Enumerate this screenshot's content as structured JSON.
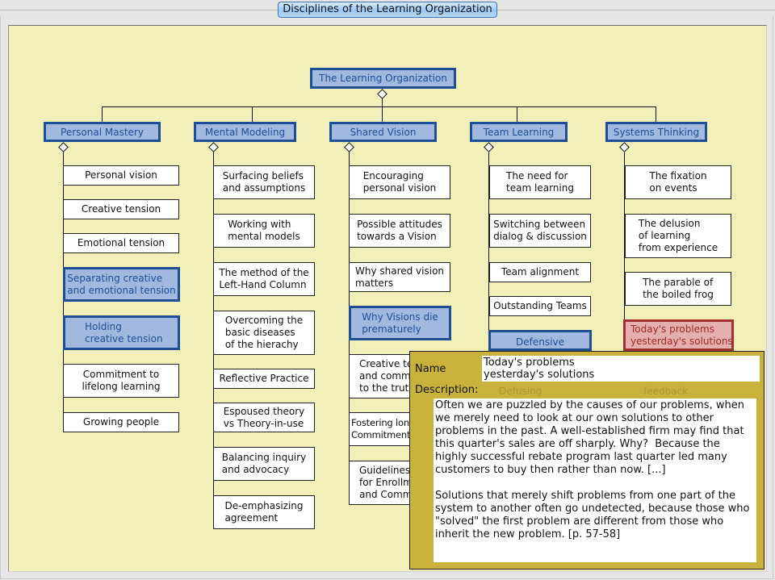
{
  "window": {
    "title": "Disciplines of the Learning Organization"
  },
  "diagram": {
    "root": "The Learning Organization",
    "disciplines": [
      {
        "name": "Personal Mastery",
        "items": [
          {
            "label": "Personal vision",
            "style": "plain"
          },
          {
            "label": "Creative tension",
            "style": "plain"
          },
          {
            "label": "Emotional tension",
            "style": "plain"
          },
          {
            "label": "Separating creative\nand emotional tension",
            "style": "selected"
          },
          {
            "label": "Holding\ncreative tension",
            "style": "selected"
          },
          {
            "label": "Commitment to\nlifelong learning",
            "style": "plain"
          },
          {
            "label": "Growing people",
            "style": "plain"
          }
        ]
      },
      {
        "name": "Mental Modeling",
        "items": [
          {
            "label": "Surfacing beliefs\nand assumptions",
            "style": "plain"
          },
          {
            "label": "Working with\nmental models",
            "style": "plain"
          },
          {
            "label": "The method of the\nLeft-Hand Column",
            "style": "plain"
          },
          {
            "label": "Overcoming the\nbasic diseases\nof the hierachy",
            "style": "plain"
          },
          {
            "label": "Reflective Practice",
            "style": "plain"
          },
          {
            "label": "Espoused theory\nvs Theory-in-use",
            "style": "plain"
          },
          {
            "label": "Balancing inquiry\nand advocacy",
            "style": "plain"
          },
          {
            "label": "De-emphasizing\nagreement",
            "style": "plain"
          }
        ]
      },
      {
        "name": "Shared Vision",
        "items": [
          {
            "label": "Encouraging\npersonal vision",
            "style": "plain"
          },
          {
            "label": "Possible attitudes\ntowards a Vision",
            "style": "plain"
          },
          {
            "label": "Why shared vision\nmatters",
            "style": "plain"
          },
          {
            "label": "Why Visions die\nprematurely",
            "style": "selected"
          },
          {
            "label": "Creative te\nand commi\nto the truth",
            "style": "plain"
          },
          {
            "label": "Fostering lon\nCommitment",
            "style": "plain"
          },
          {
            "label": "Guidelines\nfor Enrollm\nand Commi",
            "style": "plain"
          }
        ]
      },
      {
        "name": "Team Learning",
        "items": [
          {
            "label": "The need for\nteam learning",
            "style": "plain"
          },
          {
            "label": "Switching between\ndialog & discussion",
            "style": "plain"
          },
          {
            "label": "Team alignment",
            "style": "plain"
          },
          {
            "label": "Outstanding Teams",
            "style": "plain"
          },
          {
            "label": "Defensive",
            "style": "selected"
          }
        ]
      },
      {
        "name": "Systems Thinking",
        "items": [
          {
            "label": "The fixation\non events",
            "style": "plain"
          },
          {
            "label": "The delusion\nof learning\nfrom experience",
            "style": "plain"
          },
          {
            "label": "The parable of\nthe boiled frog",
            "style": "plain"
          },
          {
            "label": "Today's problems\nyesterday's solutions",
            "style": "active"
          }
        ]
      }
    ],
    "ghost_labels": {
      "defusing": "Defusing",
      "feedback": "feedback"
    }
  },
  "details": {
    "name_label": "Name",
    "name_value": "Today's problems\nyesterday's solutions",
    "description_label": "Description:",
    "description_value": "Often we are puzzled by the causes of our problems, when we merely need to look at our own solutions to other problems in the past. A well-established firm may find that this quarter's sales are off sharply. Why?  Because the highly successful rebate program last quarter led many customers to buy then rather than now. [...]\n\nSolutions that merely shift problems from one part of the system to another often go undetected, because those who \"solved\" the first problem are different from those who inherit the new problem. [p. 57-58]"
  },
  "colors": {
    "canvas": "#f2f0b8",
    "selected_fill": "#a1b8df",
    "selected_border": "#1e4f95",
    "active_fill": "#e6afaf",
    "active_border": "#a23232",
    "popup": "#c9b23c"
  }
}
